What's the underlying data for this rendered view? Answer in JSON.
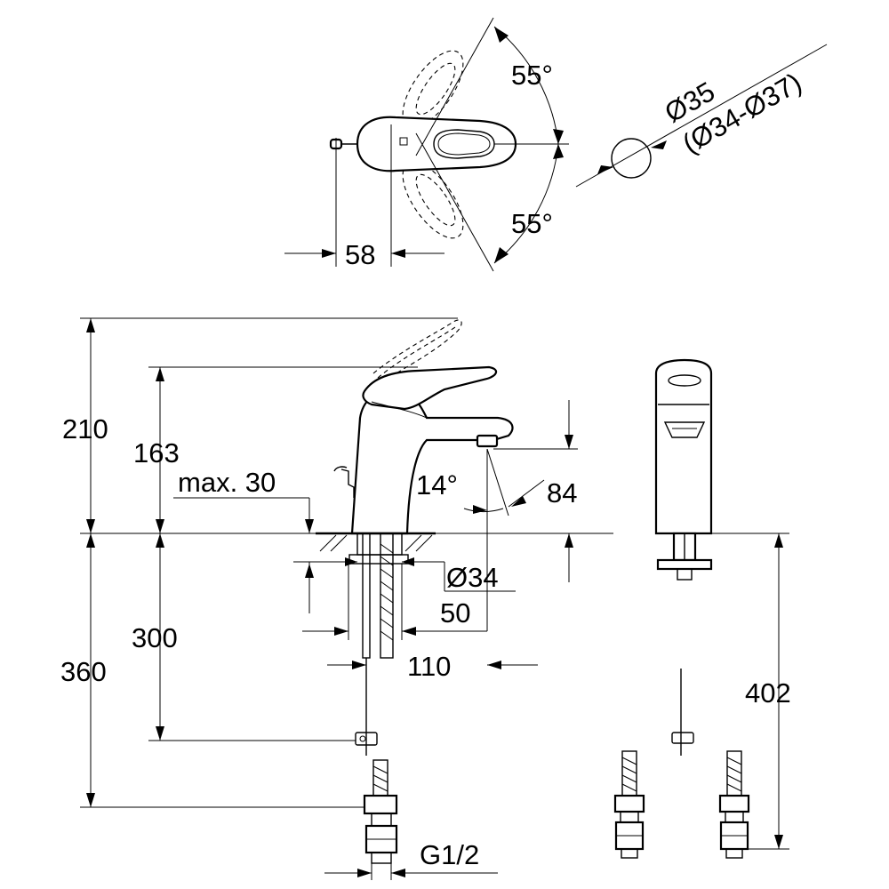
{
  "dimensions": {
    "angle_top": "55°",
    "angle_bottom": "55°",
    "handle_offset": "58",
    "hole_dia": "Ø35",
    "hole_dia_range": "(Ø34-Ø37)",
    "height_total": "210",
    "height_body": "163",
    "max_deck": "max. 30",
    "spout_angle": "14°",
    "spout_height": "84",
    "base_dia": "Ø34",
    "base_offset": "50",
    "spout_reach": "110",
    "rod_length": "300",
    "hose_length": "360",
    "side_hose_length": "402",
    "thread": "G1/2"
  }
}
